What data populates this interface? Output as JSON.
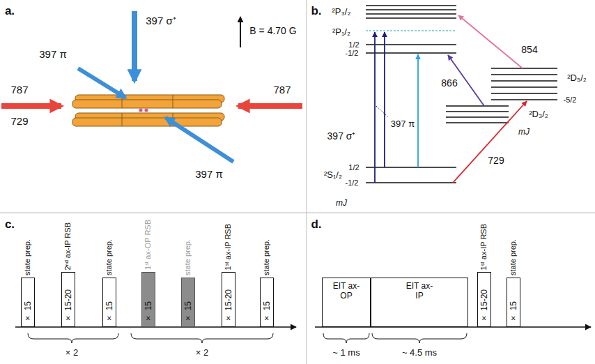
{
  "diagram": {
    "nodes": [
      {
        "text": [
          "state prep.",
          "× 15"
        ]
      },
      {
        "text": [
          "2ⁿᵈ ax-IP RSB",
          "× 15-20"
        ]
      },
      {
        "text": [
          "state prep.",
          "× 15"
        ]
      },
      {
        "text": [
          "1ˢᵗ ax-OP RSB",
          "× 15"
        ]
      },
      {
        "text": [
          "state prep.",
          "× 15"
        ]
      },
      {
        "text": [
          "1ˢᵗ ax-IP RSB",
          "× 15-20"
        ]
      },
      {
        "text": [
          "state prep.",
          "× 15"
        ]
      },
      {
        "text": [
          "EIT ax-OP"
        ]
      },
      {
        "text": [
          "EIT ax-IP"
        ]
      },
      {
        "text": [
          "1ˢᵗ ax-IP RSB",
          "× 15-20"
        ]
      },
      {
        "text": [
          "state prep.",
          "× 15"
        ]
      }
    ],
    "labels": [
      "a.",
      "397 σ⁺",
      "B = 4.70 G",
      "397 π",
      "787",
      "729",
      "787",
      "397 π",
      "b.",
      "²P₃/₂",
      "²P₁/₂",
      "1/2",
      "-1/2",
      "854",
      "866",
      "²D₅/₂",
      "-5/2",
      "397 σ⁺",
      "397 π",
      "²D₃/₂",
      "mJ",
      "729",
      "²S₁/₂",
      "1/2",
      "-1/2",
      "mJ",
      "c.",
      "× 2",
      "× 2",
      "d.",
      "~ 1 ms",
      "~ 4.5 ms"
    ]
  }
}
